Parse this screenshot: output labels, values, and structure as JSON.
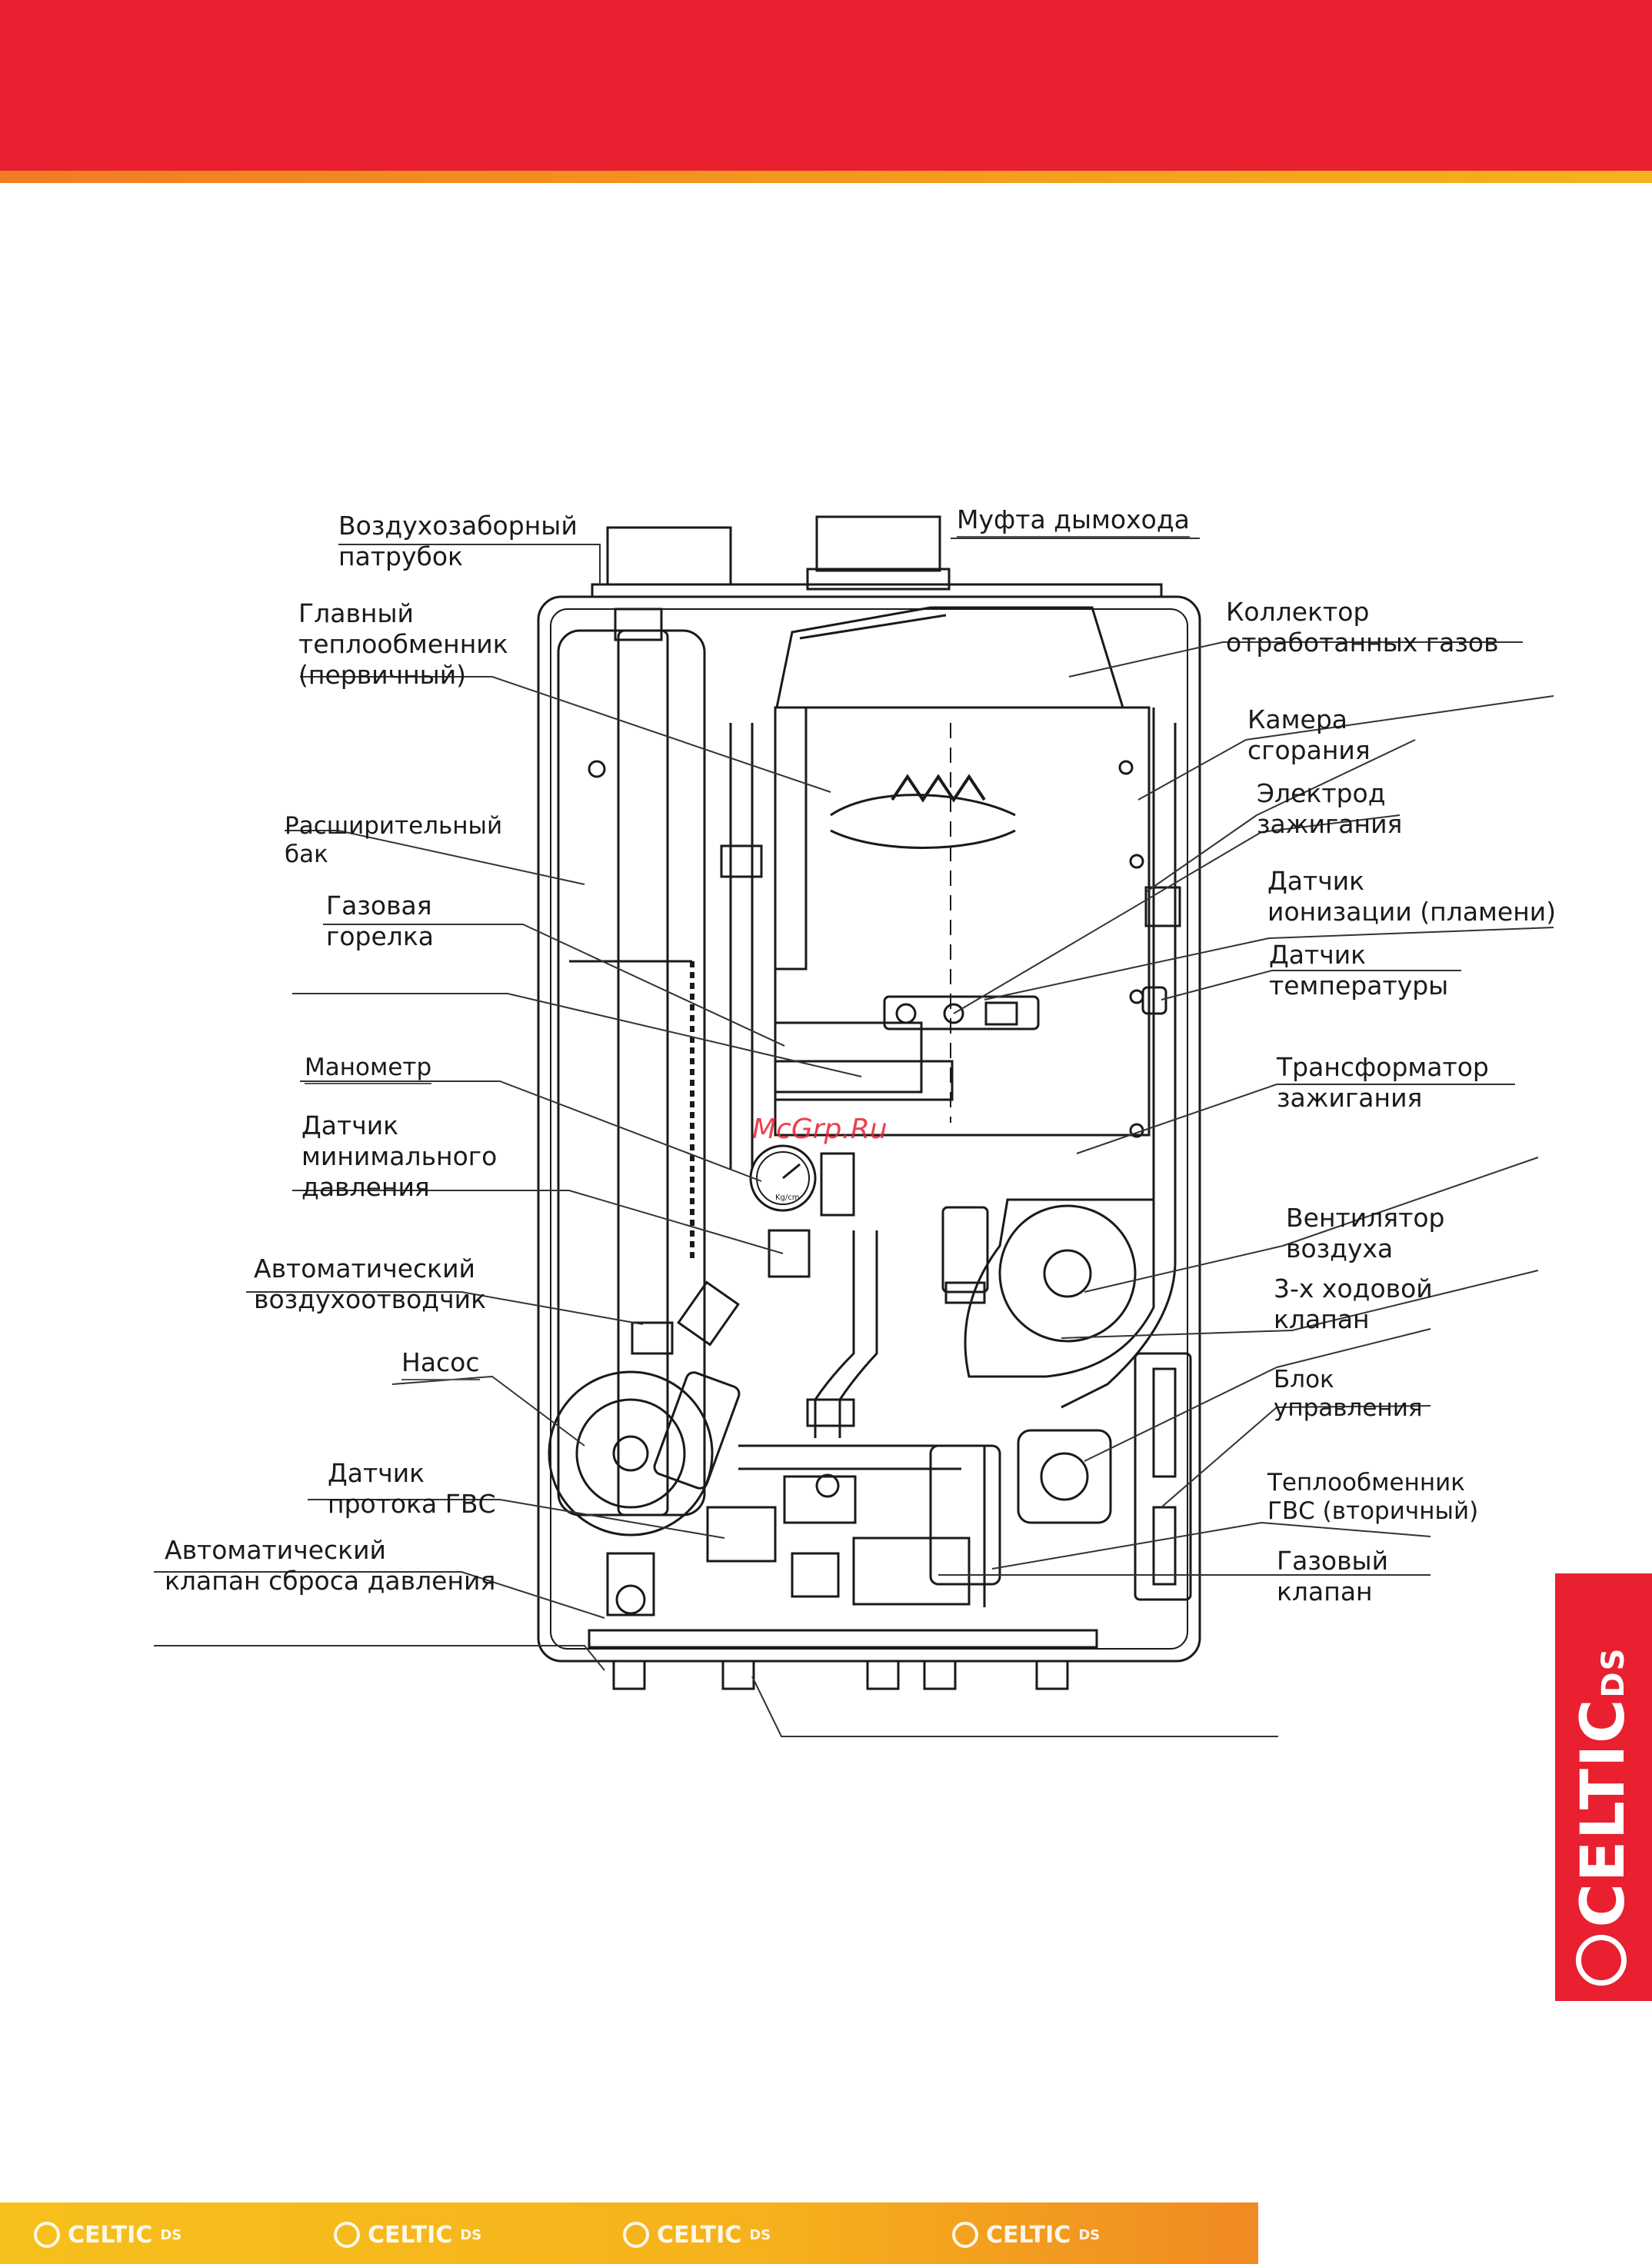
{
  "labels": {
    "air_intake": [
      "Воздухозаборный",
      "патрубок"
    ],
    "flue_coupling": "Муфта дымохода",
    "main_exchanger": [
      "Главный",
      "теплообменник",
      "(первичный)"
    ],
    "exhaust_collector": [
      "Коллектор",
      "отработанных газов"
    ],
    "combustion_chamber": [
      "Камера",
      "сгорания"
    ],
    "ignition_electrode": [
      "Электрод",
      "зажигания"
    ],
    "expansion_tank": [
      "Расширительный",
      "бак"
    ],
    "ionization_sensor": [
      "Датчик",
      "ионизации (пламени)"
    ],
    "gas_burner": [
      "Газовая",
      "горелка"
    ],
    "temperature_sensor": [
      "Датчик",
      "температуры"
    ],
    "pressure_gauge": "Манометр",
    "ignition_transformer": [
      "Трансформатор",
      "зажигания"
    ],
    "min_pressure_sensor": [
      "Датчик",
      "минимального",
      "давления"
    ],
    "air_fan": [
      "Вентилятор",
      "воздуха"
    ],
    "auto_air_vent": [
      "Автоматический",
      "воздухоотводчик"
    ],
    "three_way_valve": [
      "3-х ходовой",
      "клапан"
    ],
    "pump": "Насос",
    "control_unit": [
      "Блок",
      "управления"
    ],
    "dhw_flow_sensor": [
      "Датчик",
      "протока ГВС"
    ],
    "dhw_exchanger": [
      "Теплообменник",
      "ГВС (вторичный)"
    ],
    "pressure_relief_valve": [
      "Автоматический",
      "клапан сброса давления"
    ],
    "gas_valve": [
      "Газовый",
      "клапан"
    ]
  },
  "gauge_text": "Kg/cm",
  "watermark": "McGrp.Ru",
  "brand": "CELTIC",
  "brand_suffix": "DS",
  "colors": {
    "header": "#e8202f",
    "stripe": "#f6b21c",
    "footer": "#f6c01c"
  }
}
